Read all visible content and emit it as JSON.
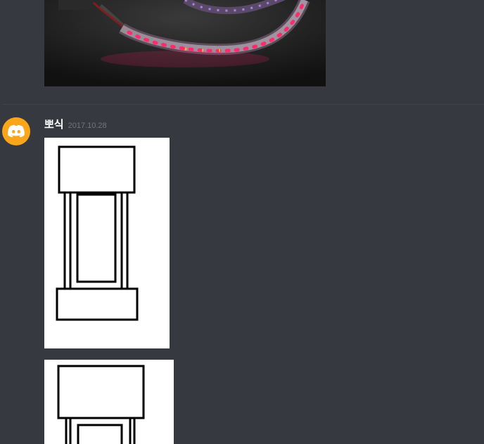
{
  "messages": [
    {
      "attachment": {
        "name": "led-strip-photo"
      }
    },
    {
      "author": {
        "name": "뽀식",
        "avatar_icon": "discord-logo-icon",
        "avatar_color": "#faa61a"
      },
      "timestamp": "2017.10.28",
      "attachments": [
        {
          "name": "sketch-drawing-1"
        },
        {
          "name": "sketch-drawing-2"
        }
      ]
    }
  ],
  "colors": {
    "background": "#36393f",
    "username": "#ffffff",
    "timestamp": "#72767d",
    "divider": "#40434a"
  }
}
